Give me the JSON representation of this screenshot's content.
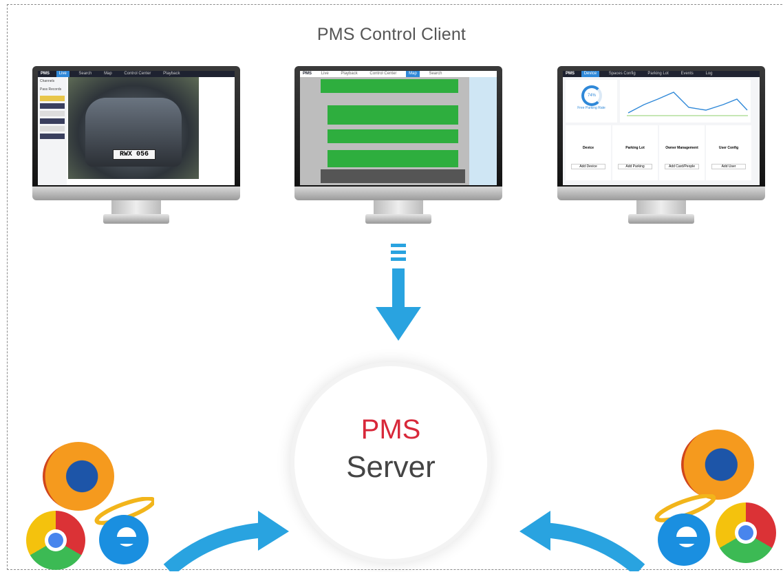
{
  "header": {
    "title": "PMS Control Client"
  },
  "server": {
    "line1": "PMS",
    "line2": "Server"
  },
  "monitors": [
    {
      "name": "live-view",
      "brand": "PMS",
      "tabs": [
        "Live",
        "Search",
        "Map",
        "Control Center",
        "Playback"
      ],
      "plate": "RWX 056",
      "sidebar": [
        "Channels",
        "Pass Records"
      ]
    },
    {
      "name": "map",
      "brand": "PMS",
      "tabs": [
        "Live",
        "Playback",
        "Control Center",
        "Map",
        "Search"
      ]
    },
    {
      "name": "dashboard",
      "brand": "PMS",
      "tabs": [
        "Device",
        "Spaces Config",
        "Parking Lot",
        "Events",
        "Log"
      ],
      "parking_label": "Free Parking Rate",
      "parking_percent": "74%",
      "cards": [
        {
          "title": "Device",
          "button": "Add Device"
        },
        {
          "title": "Parking Lot",
          "button": "Add Parking"
        },
        {
          "title": "Owner Management",
          "button": "Add Card/People"
        },
        {
          "title": "User Config",
          "button": "Add User"
        }
      ]
    }
  ],
  "colors": {
    "arrow": "#29a3e0",
    "pms_text": "#d8283a",
    "parking_green": "#2eae3e"
  },
  "browsers": [
    "firefox",
    "chrome",
    "ie",
    "firefox",
    "ie",
    "chrome"
  ]
}
